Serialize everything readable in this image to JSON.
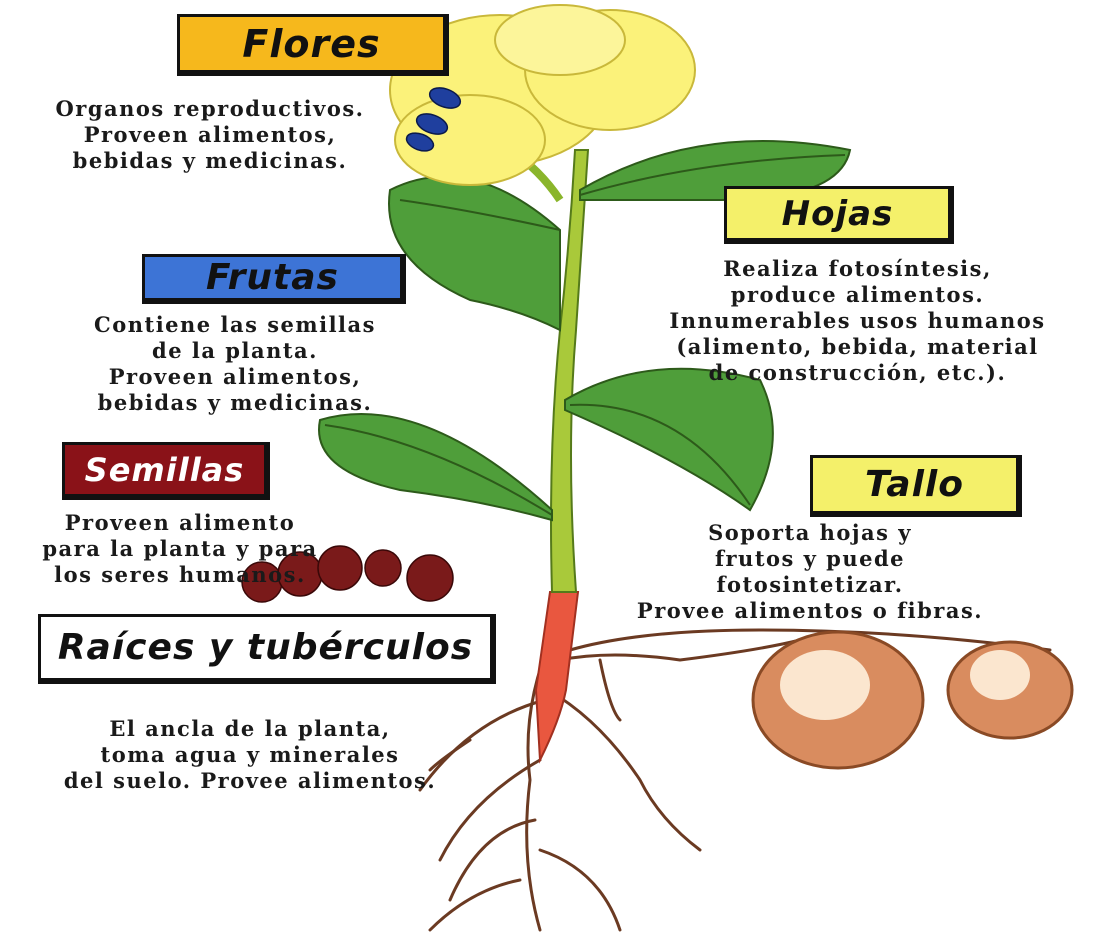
{
  "sections": {
    "flores": {
      "title": "Flores",
      "lines": [
        "Organos reproductivos.",
        "Proveen alimentos,",
        "bebidas y medicinas."
      ],
      "title_color": "#f6b81c"
    },
    "frutas": {
      "title": "Frutas",
      "lines": [
        "Contiene las semillas",
        "de la planta.",
        "Proveen alimentos,",
        "bebidas y medicinas."
      ],
      "title_color": "#3d74d6"
    },
    "semillas": {
      "title": "Semillas",
      "lines": [
        "Proveen alimento",
        "para la planta y para",
        "los seres humanos."
      ],
      "title_color": "#8a1218"
    },
    "raices": {
      "title": "Raíces y tubérculos",
      "lines": [
        "El ancla de la planta,",
        "toma agua y minerales",
        "del suelo. Provee alimentos."
      ],
      "title_color": "#ffffff"
    },
    "hojas": {
      "title": "Hojas",
      "lines": [
        "Realiza fotosíntesis,",
        "produce alimentos.",
        "Innumerables usos humanos",
        "(alimento, bebida, material",
        "de construcción, etc.)."
      ],
      "title_color": "#f4f06a"
    },
    "tallo": {
      "title": "Tallo",
      "lines": [
        "Soporta hojas y",
        "frutos y puede",
        "fotosintetizar.",
        "Provee alimentos o fibras."
      ],
      "title_color": "#f4f06a"
    }
  },
  "colors": {
    "petal": "#fbf27a",
    "leaf": "#4f9e3a",
    "stem": "#a9c93a",
    "root": "#e9573f",
    "seed": "#7a1a1a",
    "tuber": "#d98c5f"
  }
}
